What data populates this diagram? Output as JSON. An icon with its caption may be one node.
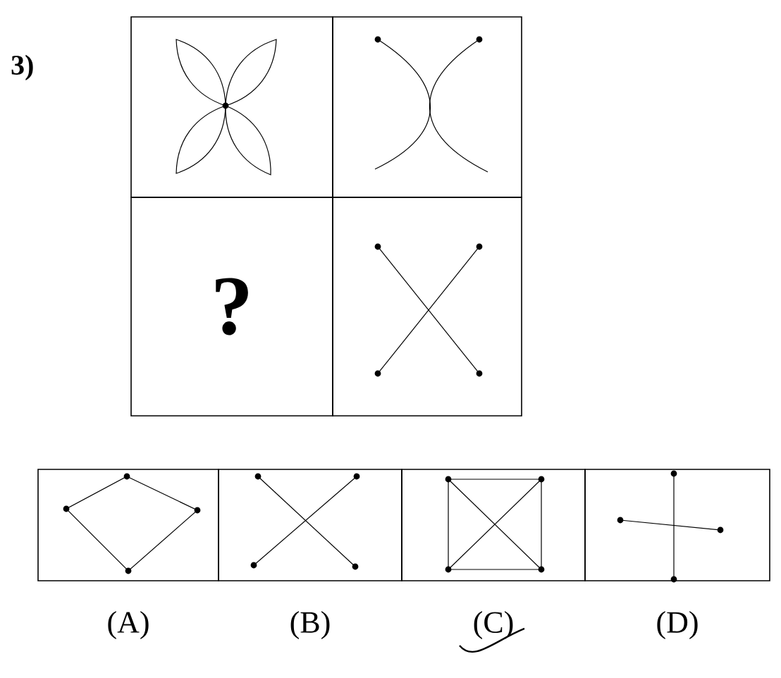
{
  "diagram": {
    "nodes": [
      {
        "text": [],
        "shape": "picture"
      },
      {
        "text": [],
        "shape": "picture"
      },
      {
        "text": [
          "?"
        ]
      },
      {
        "text": [],
        "shape": "picture"
      },
      {
        "text": [],
        "shape": "picture",
        "beside": [
          "(A)"
        ]
      },
      {
        "text": [],
        "shape": "picture",
        "beside": [
          "(B)"
        ]
      },
      {
        "text": [],
        "shape": "picture",
        "beside": [
          "(C)"
        ]
      },
      {
        "text": [],
        "shape": "picture",
        "beside": [
          "(D)"
        ]
      }
    ],
    "labels": [
      "3)"
    ]
  }
}
